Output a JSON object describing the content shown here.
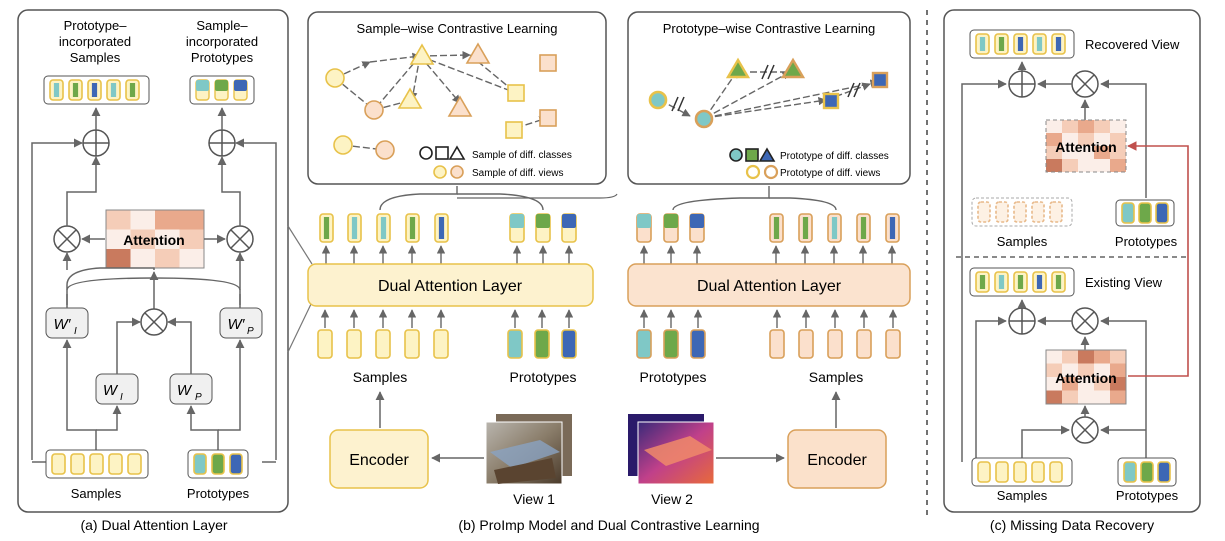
{
  "panel_a": {
    "caption": "(a) Dual Attention Layer",
    "out_left": "Prototype–\nincorporated\nSamples",
    "out_right": "Sample–\nincorporated\nPrototypes",
    "attention": "Attention",
    "w_i_prime": "W′",
    "w_i_prime_sub": "I",
    "w_p_prime": "W′",
    "w_p_prime_sub": "P",
    "w_i": "W",
    "w_i_sub": "I",
    "w_p": "W",
    "w_p_sub": "P",
    "samples": "Samples",
    "prototypes": "Prototypes"
  },
  "panel_b": {
    "caption": "(b) ProImp Model and Dual Contrastive Learning",
    "swcl_title": "Sample–wise Contrastive Learning",
    "swcl_legend_classes": "Sample of diff. classes",
    "swcl_legend_views": "Sample of diff. views",
    "pwcl_title": "Prototype–wise Contrastive Learning",
    "pwcl_legend_classes": "Prototype of diff. classes",
    "pwcl_legend_views": "Prototype of diff. views",
    "dal_left": "Dual Attention Layer",
    "dal_right": "Dual Attention Layer",
    "samples_left": "Samples",
    "prototypes_left": "Prototypes",
    "prototypes_right": "Prototypes",
    "samples_right": "Samples",
    "encoder_left": "Encoder",
    "encoder_right": "Encoder",
    "view1": "View 1",
    "view2": "View 2"
  },
  "panel_c": {
    "caption": "(c) Missing Data Recovery",
    "recovered_view": "Recovered View",
    "attention_top": "Attention",
    "samples_top": "Samples",
    "prototypes_top": "Prototypes",
    "existing_view": "Existing View",
    "attention_bottom": "Attention",
    "samples_bottom": "Samples",
    "prototypes_bottom": "Prototypes"
  },
  "colors": {
    "sample_fill": "#fdf3c4",
    "sample_stroke": "#e8c24a",
    "sample2_fill": "#fbe0cc",
    "sample2_stroke": "#d9a05a",
    "proto_teal": "#7fc8c6",
    "proto_green": "#6ea84a",
    "proto_blue": "#3d67b5",
    "dal_left_fill": "#fdf2cf",
    "dal_right_fill": "#fbe3cf",
    "encoder_left_fill": "#fdf2cf",
    "encoder_right_fill": "#fbe1cb",
    "recovery_line": "#c0504d"
  },
  "icons": [
    "plus-circle-icon",
    "times-circle-icon"
  ]
}
